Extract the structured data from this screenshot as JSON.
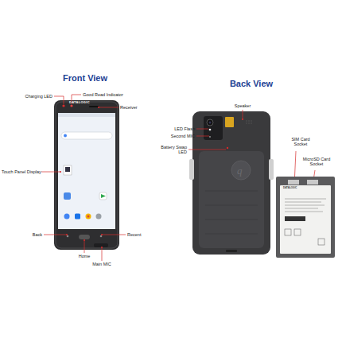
{
  "diagram": {
    "labels": [
      "Front View",
      "Back View",
      "Charging LED",
      "Good Read Indicator",
      "Receiver",
      "Touch Panel Display",
      "Back",
      "Recent",
      "Home",
      "Main MIC",
      "Speaker",
      "LED Flash",
      "Second MIC",
      "Battery Swap LED",
      "SIM Card Socket",
      "MicroSD Card Socket",
      "DATALOGIC",
      "DATALOGIC"
    ]
  }
}
